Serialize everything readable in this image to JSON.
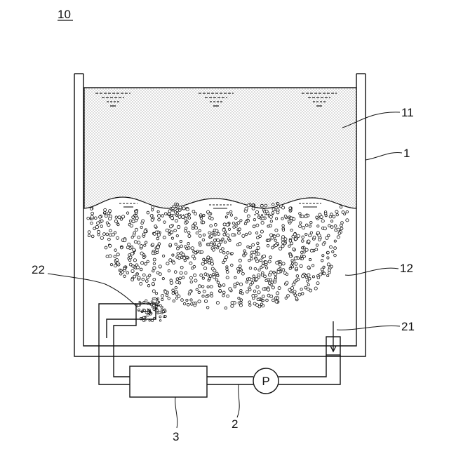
{
  "figure": {
    "number": "10",
    "labels": {
      "tank": "1",
      "liquid": "11",
      "bubble_zone": "12",
      "pipe": "2",
      "device": "3",
      "inlet": "21",
      "outlet": "22",
      "pump": "P"
    }
  },
  "colors": {
    "stroke": "#111111",
    "liquid_fill": "#e6e6e6",
    "background": "#ffffff"
  }
}
